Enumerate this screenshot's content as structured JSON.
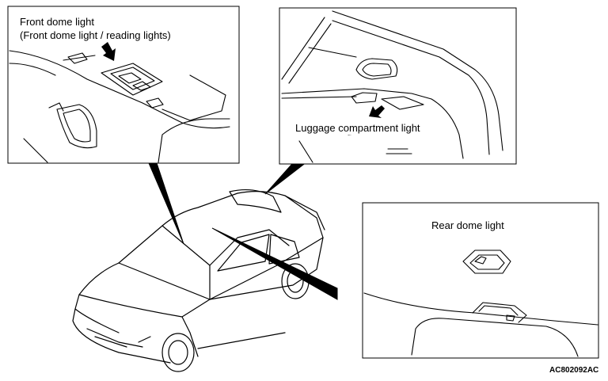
{
  "panels": {
    "front": {
      "title": "Front dome light",
      "subtitle": "(Front dome light / reading lights)"
    },
    "luggage": {
      "label": "Luggage compartment light"
    },
    "rear": {
      "label": "Rear dome light"
    }
  },
  "figure_code": "AC802092AC"
}
